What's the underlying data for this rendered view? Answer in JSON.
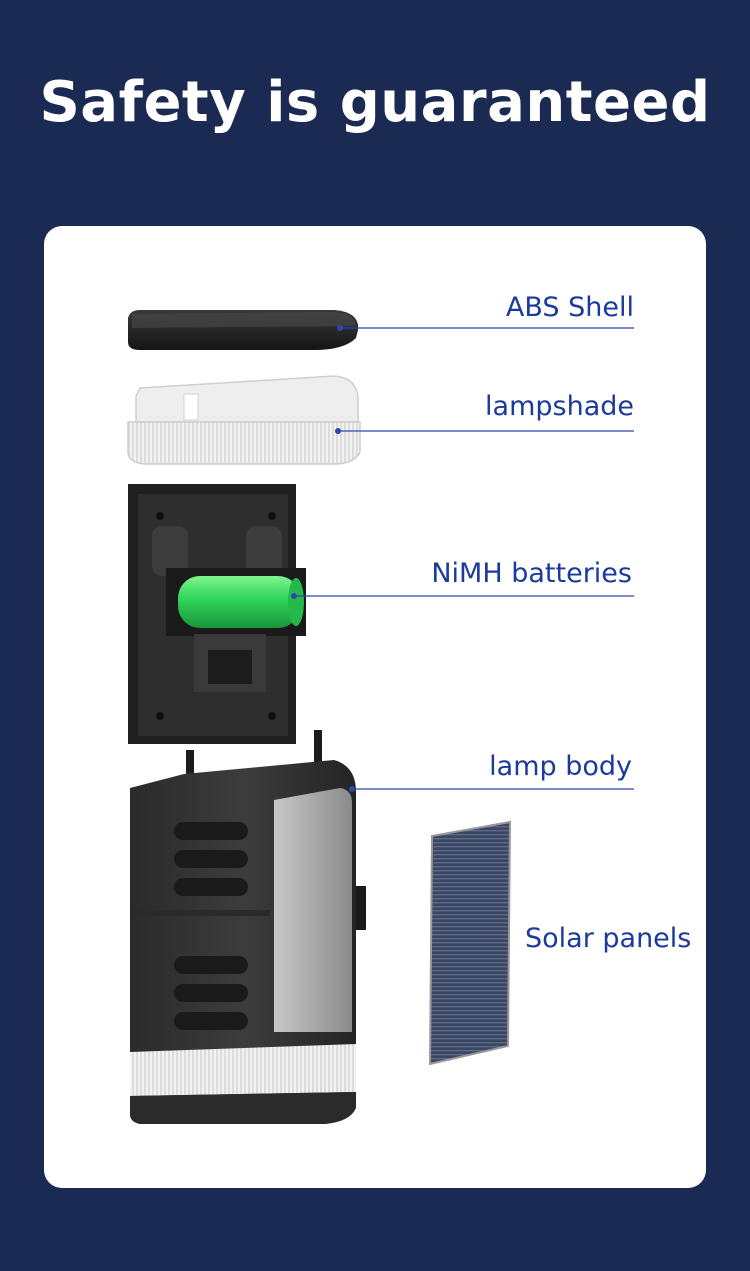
{
  "title": "Safety is guaranteed",
  "colors": {
    "background": "#1a2a52",
    "card": "#ffffff",
    "label_text": "#1b3a9c",
    "callout_line": "#2a48b0",
    "battery": "#2fd45a"
  },
  "callouts": [
    {
      "id": "abs-shell",
      "label": "ABS Shell"
    },
    {
      "id": "lampshade",
      "label": "lampshade"
    },
    {
      "id": "nimh-batteries",
      "label": "NiMH batteries"
    },
    {
      "id": "lamp-body",
      "label": "lamp body"
    },
    {
      "id": "solar-panels",
      "label": "Solar panels"
    }
  ]
}
